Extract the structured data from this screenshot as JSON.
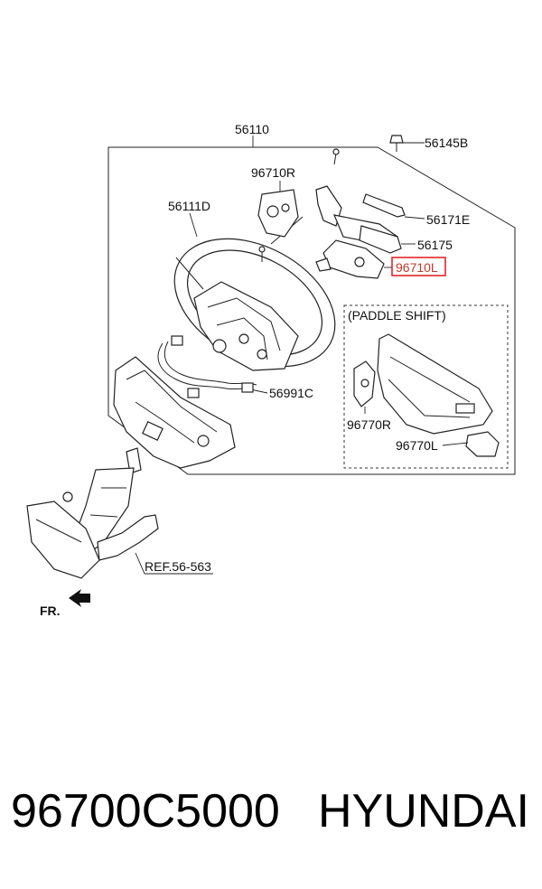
{
  "diagram": {
    "labels": {
      "assembly": "56110",
      "bolt": "56145B",
      "remote_r": "96710R",
      "wheel_body": "56111D",
      "cover_e": "56171E",
      "cover": "56175",
      "remote_l": "96710L",
      "paddle_group": "(PADDLE SHIFT)",
      "paddle_r": "96770R",
      "paddle_l": "96770L",
      "harness": "56991C",
      "reference": "REF.56-563",
      "direction": "FR."
    },
    "highlight_color": "#e0262b"
  },
  "footer": {
    "part_number": "96700C5000",
    "brand": "HYUNDAI"
  }
}
